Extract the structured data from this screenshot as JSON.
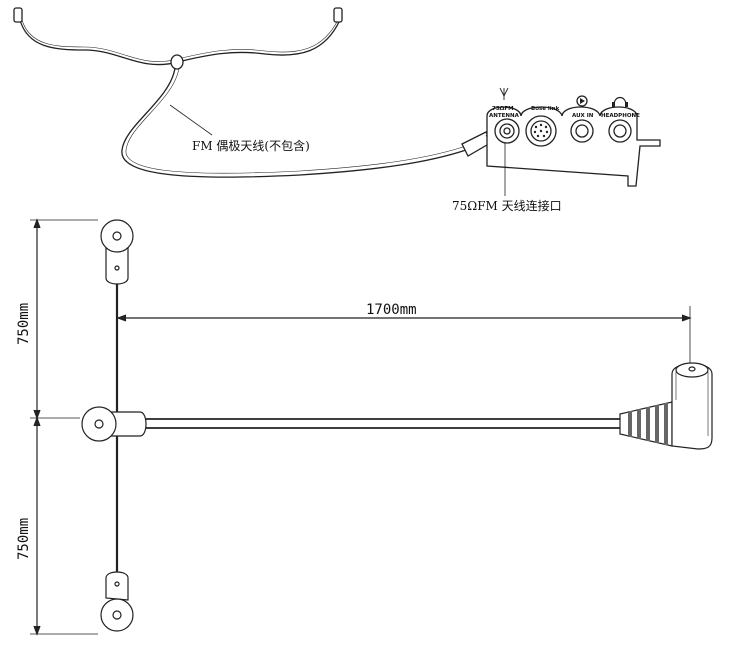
{
  "top_figure": {
    "antenna_label": "FM 偶极天线(不包含)",
    "connector_label": "75ΩFM 天线连接口",
    "panel": {
      "antenna_jack": [
        "75ΩFM",
        "ANTENNA"
      ],
      "bose_link": "Bose link",
      "aux_in": "AUX IN",
      "headphone": "HEADPHONE"
    }
  },
  "bottom_figure": {
    "dim_horizontal": "1700mm",
    "dim_upper": "750mm",
    "dim_lower": "750mm"
  }
}
